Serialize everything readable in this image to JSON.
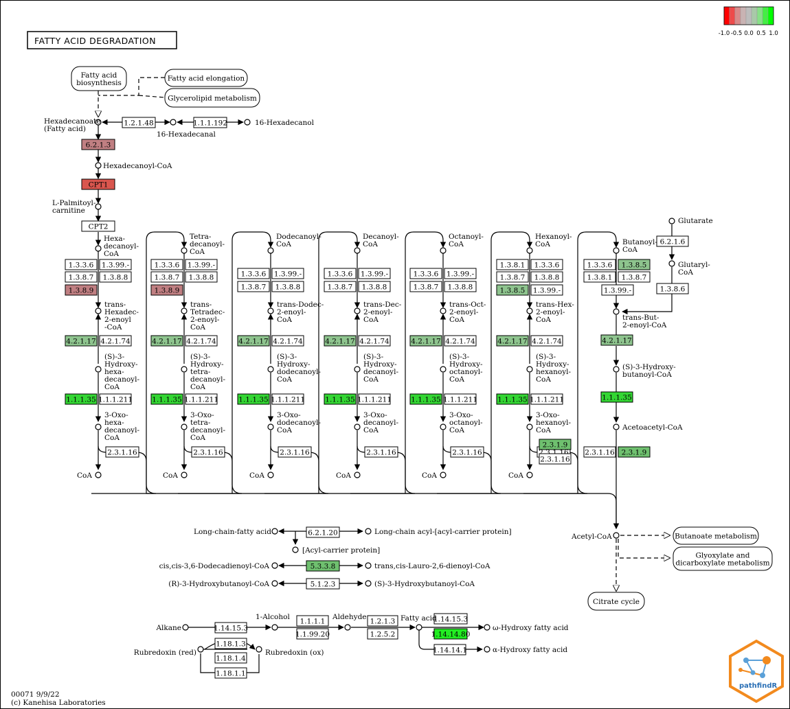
{
  "title": "FATTY ACID DEGRADATION",
  "colors": {
    "red": "#d9564e",
    "pink": "#c07f82",
    "lightgreen": "#8ec48e",
    "midgreen": "#6fc06f",
    "green": "#33d633",
    "brightgreen": "#22ee22",
    "white": "#ffffff"
  },
  "legend": {
    "ticks": [
      "-1.0",
      "-0.5",
      "0.0",
      "0.5",
      "1.0"
    ],
    "colors": [
      "#ff0000",
      "#ee4b4b",
      "#d98a8a",
      "#c9b3b3",
      "#bdbdbd",
      "#a9c9a9",
      "#88e088",
      "#44ee44",
      "#00ff00"
    ]
  },
  "pathways": {
    "fab": "Fatty acid\nbiosynthesis",
    "elong": "Fatty acid elongation",
    "glycero": "Glycerolipid metabolism",
    "butanoate": "Butanoate metabolism",
    "glyox": "Glyoxylate and\ndicarboxylate metabolism",
    "citrate": "Citrate cycle"
  },
  "compounds": {
    "hexadecanoate": "Hexadecanoate\n(Fatty acid)",
    "hexadecanal": "16-Hexadecanal",
    "hexadecanol": "16-Hexadecanol",
    "hexadecanoyl_coa": "Hexadecanoyl-CoA",
    "palmitoyl_carnitine": "L-Palmitoyl-\ncarnitine",
    "glutarate": "Glutarate",
    "glutaryl_coa": "Glutaryl-\nCoA",
    "trans_but": "trans-But-\n2-enoyl-CoA",
    "s3_butanoyl": "(S)-3-Hydroxy-\nbutanoyl-CoA",
    "acetoacetyl": "Acetoacetyl-CoA",
    "acetyl": "Acetyl-CoA",
    "coa": "CoA",
    "long_chain_fa": "Long-chain-fatty acid",
    "long_chain_acp": "Long-chain acyl-[acyl-carrier protein]",
    "acp": "[Acyl-carrier protein]",
    "dodecadienoyl": "cis,cis-3,6-Dodecadienoyl-CoA",
    "lauro": "trans,cis-Lauro-2,6-dienoyl-CoA",
    "r3_hb": "(R)-3-Hydroxybutanoyl-CoA",
    "s3_hb": "(S)-3-Hydroxybutanoyl-CoA",
    "alkane": "Alkane",
    "alcohol": "1-Alcohol",
    "aldehyde": "Aldehyde",
    "fatty_acid": "Fatty acid",
    "omega": "ω-Hydroxy fatty acid",
    "alpha": "α-Hydroxy fatty acid",
    "rubred_red": "Rubredoxin (red)",
    "rubred_ox": "Rubredoxin (ox)"
  },
  "columns": [
    {
      "acyl": "Hexa-\ndecanoyl-\nCoA",
      "enoyl": "trans-\nHexadec-\n2-enoyl\n-CoA",
      "hydroxy": "(S)-3-\nHydroxy-\nhexa-\ndecanoyl-\nCoA",
      "oxo": "3-Oxo-\nhexa-\ndecanoyl-\nCoA"
    },
    {
      "acyl": "Tetra-\ndecanoyl-\nCoA",
      "enoyl": "trans-\nTetradec-\n2-enoyl-\nCoA",
      "hydroxy": "(S)-3-\nHydroxy-\ntetra-\ndecanoyl-\nCoA",
      "oxo": "3-Oxo-\ntetra-\ndecanoyl-\nCoA"
    },
    {
      "acyl": "Dodecanoyl-\nCoA",
      "enoyl": "trans-Dodec-\n2-enoyl-\nCoA",
      "hydroxy": "(S)-3-\nHydroxy-\ndodecanoyl-\nCoA",
      "oxo": "3-Oxo-\ndodecanoyl-\nCoA"
    },
    {
      "acyl": "Decanoyl-\nCoA",
      "enoyl": "trans-Dec-\n2-enoyl-\nCoA",
      "hydroxy": "(S)-3-\nHydroxy-\ndecanoyl-\nCoA",
      "oxo": "3-Oxo-\ndecanoyl-\nCoA"
    },
    {
      "acyl": "Octanoyl-\nCoA",
      "enoyl": "trans-Oct-\n2-enoyl-\nCoA",
      "hydroxy": "(S)-3-\nHydroxy-\noctanoyl-\nCoA",
      "oxo": "3-Oxo-\noctanoyl-\nCoA"
    },
    {
      "acyl": "Hexanoyl-\nCoA",
      "enoyl": "trans-Hex-\n2-enoyl-\nCoA",
      "hydroxy": "(S)-3-\nHydroxy-\nhexanoyl-\nCoA",
      "oxo": "3-Oxo-\nhexanoyl-\nCoA"
    },
    {
      "acyl": "Butanoyl-\nCoA"
    }
  ],
  "enzymes": {
    "e6213": {
      "label": "6.2.1.3",
      "color": "pink"
    },
    "cpt1": {
      "label": "CPT1",
      "color": "red"
    },
    "cpt2": {
      "label": "CPT2",
      "color": "white"
    },
    "e12148": {
      "label": "1.2.1.48",
      "color": "white"
    },
    "e111192": {
      "label": "1.1.1.192",
      "color": "white"
    },
    "e6216": {
      "label": "6.2.1.6",
      "color": "white"
    },
    "e1386": {
      "label": "1.3.8.6",
      "color": "white"
    },
    "acyl": [
      [
        {
          "label": "1.3.3.6",
          "color": "white"
        },
        {
          "label": "1.3.99.-",
          "color": "white"
        },
        {
          "label": "1.3.8.7",
          "color": "white"
        },
        {
          "label": "1.3.8.8",
          "color": "white"
        },
        {
          "label": "1.3.8.9",
          "color": "pink"
        }
      ],
      [
        {
          "label": "1.3.3.6",
          "color": "white"
        },
        {
          "label": "1.3.99.-",
          "color": "white"
        },
        {
          "label": "1.3.8.7",
          "color": "white"
        },
        {
          "label": "1.3.8.8",
          "color": "white"
        },
        {
          "label": "1.3.8.9",
          "color": "pink"
        }
      ],
      [
        {
          "label": "1.3.3.6",
          "color": "white"
        },
        {
          "label": "1.3.99.-",
          "color": "white"
        },
        {
          "label": "1.3.8.7",
          "color": "white"
        },
        {
          "label": "1.3.8.8",
          "color": "white"
        }
      ],
      [
        {
          "label": "1.3.3.6",
          "color": "white"
        },
        {
          "label": "1.3.99.-",
          "color": "white"
        },
        {
          "label": "1.3.8.7",
          "color": "white"
        },
        {
          "label": "1.3.8.8",
          "color": "white"
        }
      ],
      [
        {
          "label": "1.3.3.6",
          "color": "white"
        },
        {
          "label": "1.3.99.-",
          "color": "white"
        },
        {
          "label": "1.3.8.7",
          "color": "white"
        },
        {
          "label": "1.3.8.8",
          "color": "white"
        }
      ],
      [
        {
          "label": "1.3.8.1",
          "color": "white"
        },
        {
          "label": "1.3.3.6",
          "color": "white"
        },
        {
          "label": "1.3.8.7",
          "color": "white"
        },
        {
          "label": "1.3.8.8",
          "color": "white"
        },
        {
          "label": "1.3.8.5",
          "color": "lightgreen"
        },
        {
          "label": "1.3.99.-",
          "color": "white"
        }
      ],
      [
        {
          "label": "1.3.3.6",
          "color": "white"
        },
        {
          "label": "1.3.8.5",
          "color": "lightgreen"
        },
        {
          "label": "1.3.8.1",
          "color": "white"
        },
        {
          "label": "1.3.8.7",
          "color": "white"
        },
        {
          "label": "1.3.99.-",
          "color": "white"
        }
      ]
    ],
    "hyd": [
      {
        "label": "4.2.1.17",
        "color": "lightgreen"
      },
      {
        "label": "4.2.1.74",
        "color": "white"
      }
    ],
    "deh": [
      {
        "label": "1.1.1.35",
        "color": "green"
      },
      {
        "label": "1.1.1.211",
        "color": "white"
      }
    ],
    "thiolase": {
      "label": "2.3.1.16",
      "color": "white"
    },
    "e2319": {
      "label": "2.3.1.9",
      "color": "midgreen"
    },
    "e62120": {
      "label": "6.2.1.20",
      "color": "white"
    },
    "e5338": {
      "label": "5.3.3.8",
      "color": "midgreen"
    },
    "e5123": {
      "label": "5.1.2.3",
      "color": "white"
    },
    "e111": {
      "label": "1.1.1.1",
      "color": "white"
    },
    "e119920": {
      "label": "1.1.99.20",
      "color": "white"
    },
    "e1213": {
      "label": "1.2.1.3",
      "color": "white"
    },
    "e1252": {
      "label": "1.2.5.2",
      "color": "white"
    },
    "e114153": {
      "label": "1.14.15.3",
      "color": "white"
    },
    "e114143": {
      "label": "1.14.14.80",
      "color": "brightgreen"
    },
    "e114141": {
      "label": "1.14.14.1",
      "color": "white"
    },
    "e11813": {
      "label": "1.18.1.3",
      "color": "white"
    },
    "e11814": {
      "label": "1.18.1.4",
      "color": "white"
    },
    "e11811": {
      "label": "1.18.1.1",
      "color": "white"
    }
  },
  "footer": {
    "code": "00071 9/9/22",
    "copyright": "(c) Kanehisa Laboratories"
  },
  "logo": "pathfindR"
}
